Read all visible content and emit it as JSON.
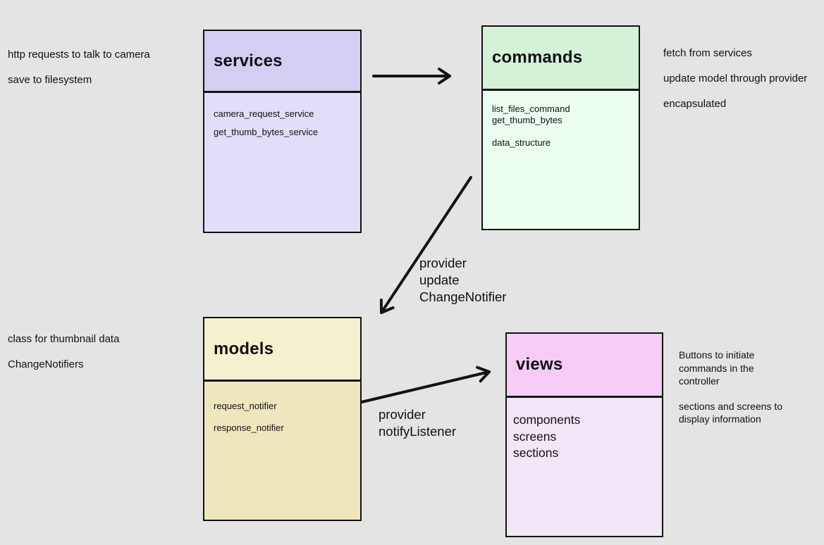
{
  "canvas": {
    "background": "#e4e4e4",
    "border_color": "#131313",
    "arrow_color": "#131313"
  },
  "boxes": {
    "services": {
      "title": "services",
      "items": [
        "camera_request_service",
        "get_thumb_bytes_service"
      ],
      "header_color": "#d5cdf2",
      "body_color": "#e2def9"
    },
    "commands": {
      "title": "commands",
      "items": [
        "list_files_command",
        "get_thumb_bytes",
        "",
        "data_structure"
      ],
      "header_color": "#d3f2d8",
      "body_color": "#eafdef"
    },
    "models": {
      "title": "models",
      "items": [
        "request_notifier",
        "response_notifier"
      ],
      "header_color": "#f5f0cd",
      "body_color": "#eee7bd"
    },
    "views": {
      "title": "views",
      "items": [
        "components",
        "screens",
        "sections"
      ],
      "header_color": "#f6ccf6",
      "body_color": "#f3e6f7"
    }
  },
  "side_notes": {
    "services": [
      "http requests to talk to camera",
      "save to filesystem"
    ],
    "commands": [
      "fetch from services",
      "update model through provider",
      "encapsulated"
    ],
    "models": [
      "class for thumbnail data",
      "ChangeNotifiers"
    ],
    "views": {
      "paragraph1": [
        "Buttons to initiate",
        "commands in the",
        "controller"
      ],
      "paragraph2": [
        "sections and screens to",
        "display information"
      ]
    }
  },
  "arrow_labels": {
    "commands_to_models": [
      "provider",
      "update",
      "ChangeNotifier"
    ],
    "models_to_views": [
      "provider",
      "notifyListener"
    ]
  }
}
